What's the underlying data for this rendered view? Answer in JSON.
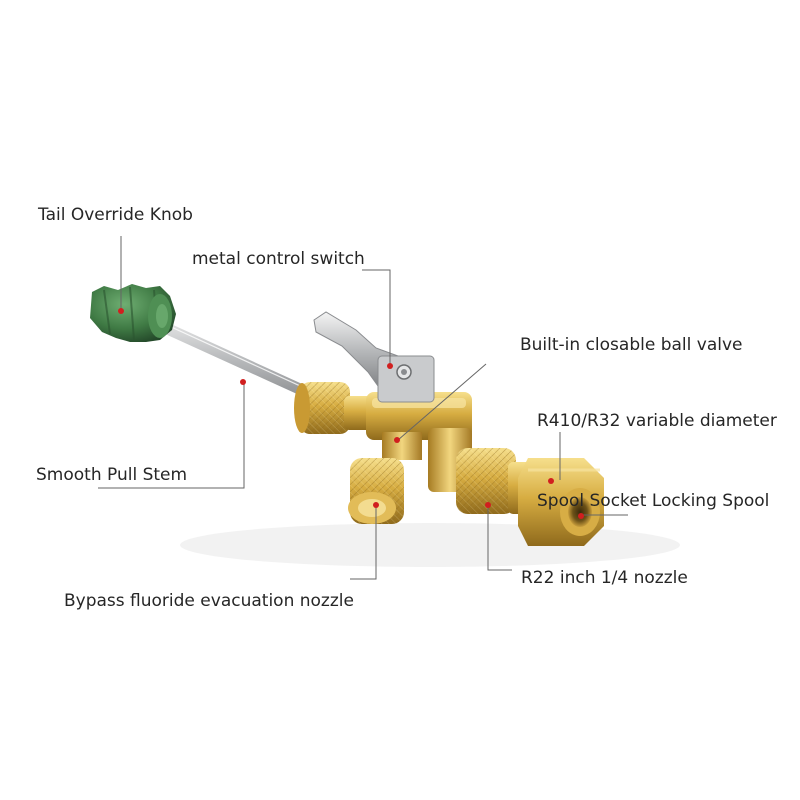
{
  "labels": {
    "tail_override_knob": "Tail Override Knob",
    "metal_control_switch": "metal control switch",
    "built_in_ball_valve": "Built-in closable ball valve",
    "r410_r32_diameter": "R410/R32 variable diameter",
    "spool_socket_locking_spool": "Spool Socket Locking Spool",
    "smooth_pull_stem": "Smooth Pull Stem",
    "r22_nozzle": "R22 inch 1/4 nozzle",
    "bypass_nozzle": "Bypass fluoride evacuation nozzle"
  },
  "colors": {
    "background": "#ffffff",
    "knob_green": "#3f7a44",
    "brass": "#d2a73c",
    "chrome": "#b9bcbf",
    "leader_line": "#666666",
    "marker_dot": "#d11f1f"
  },
  "icons": {
    "product": "refrigerant-valve-core-removal-tool"
  }
}
